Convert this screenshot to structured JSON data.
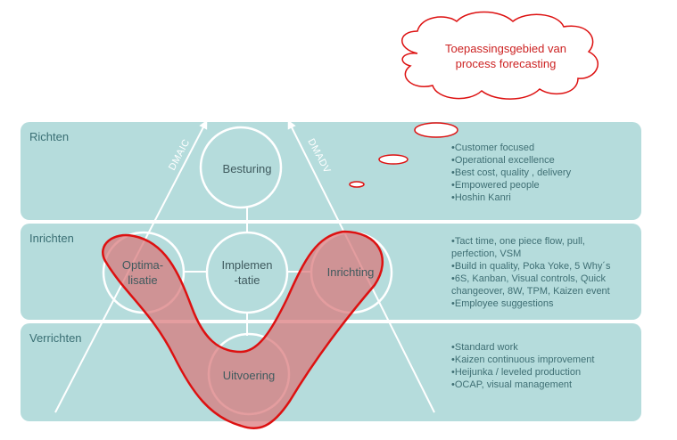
{
  "bands": [
    {
      "label": "Richten",
      "bullets": [
        "•Customer focused",
        "•Operational excellence",
        "•Best cost, quality , delivery",
        "•Empowered people",
        "•Hoshin Kanri"
      ]
    },
    {
      "label": "Inrichten",
      "bullets": [
        "•Tact time, one piece flow, pull,",
        "perfection, VSM",
        "•Build in quality, Poka Yoke, 5 Why´s",
        "•6S, Kanban, Visual controls, Quick",
        "changeover, 8W, TPM, Kaizen event",
        "•Employee suggestions"
      ]
    },
    {
      "label": "Verrichten",
      "bullets": [
        "•Standard work",
        "•Kaizen continuous improvement",
        "•Heijunka / leveled production",
        "•OCAP, visual management"
      ]
    }
  ],
  "circles": {
    "besturing": [
      "Besturing"
    ],
    "optimalisatie": [
      "Optima-",
      "lisatie"
    ],
    "implementatie": [
      "Implemen",
      "-tatie"
    ],
    "inrichting": [
      "Inrichting"
    ],
    "uitvoering": [
      "Uitvoering"
    ]
  },
  "axes": {
    "left": "DMAIC",
    "right": "DMADV"
  },
  "callout": {
    "lines": [
      "Toepassingsgebied van",
      "process forecasting"
    ]
  },
  "colors": {
    "band": "#b5dcdc",
    "circle_stroke": "#ffffff",
    "highlight_fill": "#d9777a",
    "highlight_stroke": "#dd1111",
    "callout_stroke": "#dd1111",
    "text_teal": "#3a6f74"
  }
}
